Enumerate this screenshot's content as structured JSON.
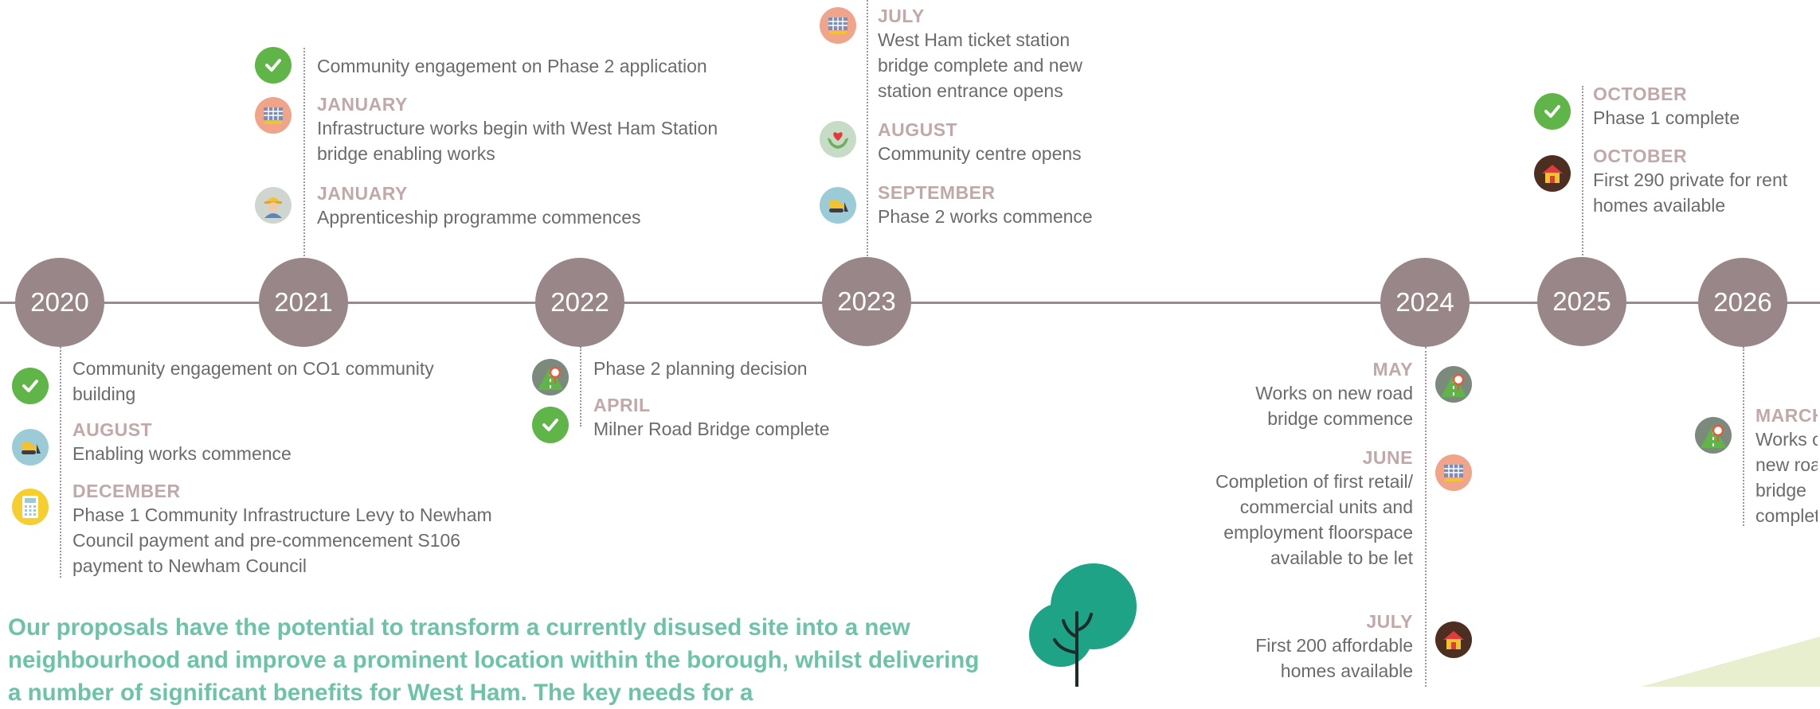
{
  "colors": {
    "year_circle": "#988688",
    "timeline": "#9b8a8c",
    "month": "#c0a9a8",
    "body_text": "#6b6b6b",
    "intro_text": "#6dc3a8",
    "tree": "#1ea387"
  },
  "years": [
    "2020",
    "2021",
    "2022",
    "2023",
    "2024",
    "2025",
    "2026"
  ],
  "events": {
    "y2020": [
      {
        "month": "",
        "text": "Community engagement on CO1 community building",
        "icon": "check-icon"
      },
      {
        "month": "AUGUST",
        "text": "Enabling works commence",
        "icon": "bulldozer-icon"
      },
      {
        "month": "DECEMBER",
        "text": "Phase 1 Community Infrastructure Levy to Newham Council payment and pre-commencement S106 payment to Newham Council",
        "icon": "calculator-icon"
      }
    ],
    "y2021": [
      {
        "month": "",
        "text": "Community engagement on Phase 2 application",
        "icon": "check-icon"
      },
      {
        "month": "JANUARY",
        "text": "Infrastructure works begin with West Ham Station bridge enabling works",
        "icon": "construction-icon"
      },
      {
        "month": "JANUARY",
        "text": "Apprenticeship programme commences",
        "icon": "worker-icon"
      }
    ],
    "y2022": [
      {
        "month": "",
        "text": "Phase 2 planning decision",
        "icon": "road-icon"
      },
      {
        "month": "APRIL",
        "text": "Milner Road Bridge complete",
        "icon": "check-icon"
      }
    ],
    "y2023": [
      {
        "month": "JULY",
        "text": "West Ham ticket station bridge complete and new station entrance opens",
        "icon": "construction-icon"
      },
      {
        "month": "AUGUST",
        "text": "Community centre opens",
        "icon": "heart-hands-icon"
      },
      {
        "month": "SEPTEMBER",
        "text": "Phase 2 works commence",
        "icon": "bulldozer-icon"
      }
    ],
    "y2024": [
      {
        "month": "MAY",
        "text": "Works on new road bridge commence",
        "icon": "road-icon"
      },
      {
        "month": "JUNE",
        "text": "Completion of first retail/ commercial units and employment floorspace available to be let",
        "icon": "construction-icon"
      },
      {
        "month": "JULY",
        "text": "First 200 affordable homes available",
        "icon": "house-icon"
      }
    ],
    "y2025": [
      {
        "month": "OCTOBER",
        "text": "Phase 1 complete",
        "icon": "check-icon"
      },
      {
        "month": "OCTOBER",
        "text": "First 290 private for rent homes available",
        "icon": "house-icon"
      }
    ],
    "y2026": [
      {
        "month": "MARCH",
        "text": "Works on new road bridge complete",
        "icon": "road-icon"
      }
    ]
  },
  "intro": "Our proposals have the potential to transform a currently disused site into a new neighbourhood and improve a prominent location within the borough, whilst delivering a number of significant benefits for West Ham. The key needs for a"
}
